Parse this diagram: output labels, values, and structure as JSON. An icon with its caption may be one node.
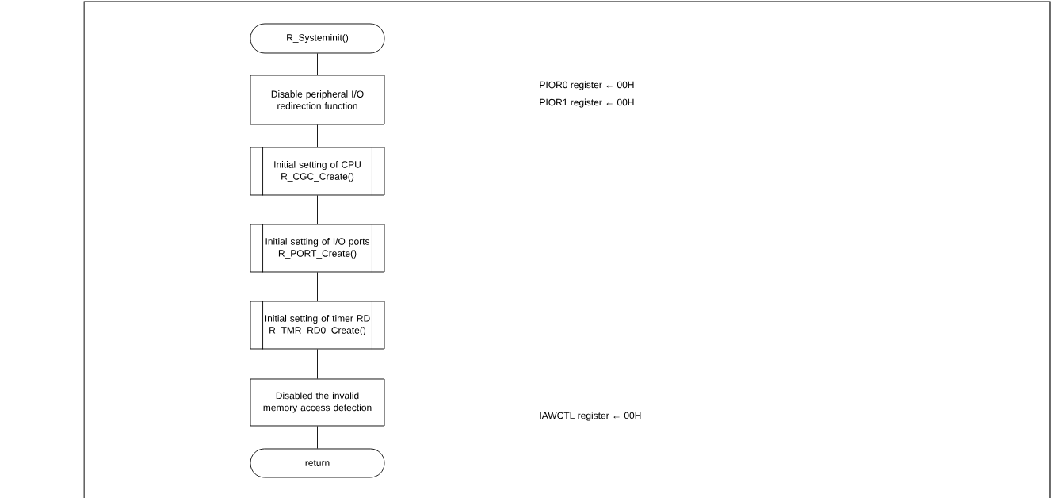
{
  "diagram": {
    "nodes": [
      {
        "text": [
          "R_Systeminit()"
        ]
      },
      {
        "text": [
          "Disable peripheral I/O redirection function"
        ],
        "beside": [
          "PIOR0 register ← 00H",
          "PIOR1 register ← 00H"
        ]
      },
      {
        "text": [
          "Initial setting of CPU",
          "R_CGC_Create()"
        ]
      },
      {
        "text": [
          "Initial setting of I/O ports",
          "R_PORT_Create()"
        ]
      },
      {
        "text": [
          "Initial setting of timer RD",
          "R_TMR_RD0_Create()"
        ]
      },
      {
        "text": [
          "Disabled the invalid memory access detection"
        ]
      },
      {
        "text": [
          "return"
        ]
      }
    ],
    "edges": [
      {
        "from": 0,
        "to": 1,
        "arrow": "none"
      },
      {
        "from": 1,
        "to": 2,
        "arrow": "none"
      },
      {
        "from": 2,
        "to": 3,
        "arrow": "none"
      },
      {
        "from": 3,
        "to": 4,
        "arrow": "none"
      },
      {
        "from": 4,
        "to": 5,
        "arrow": "none"
      },
      {
        "from": 5,
        "to": 6,
        "arrow": "none"
      }
    ],
    "labels": [
      "IAWCTL register ← 00H"
    ]
  }
}
